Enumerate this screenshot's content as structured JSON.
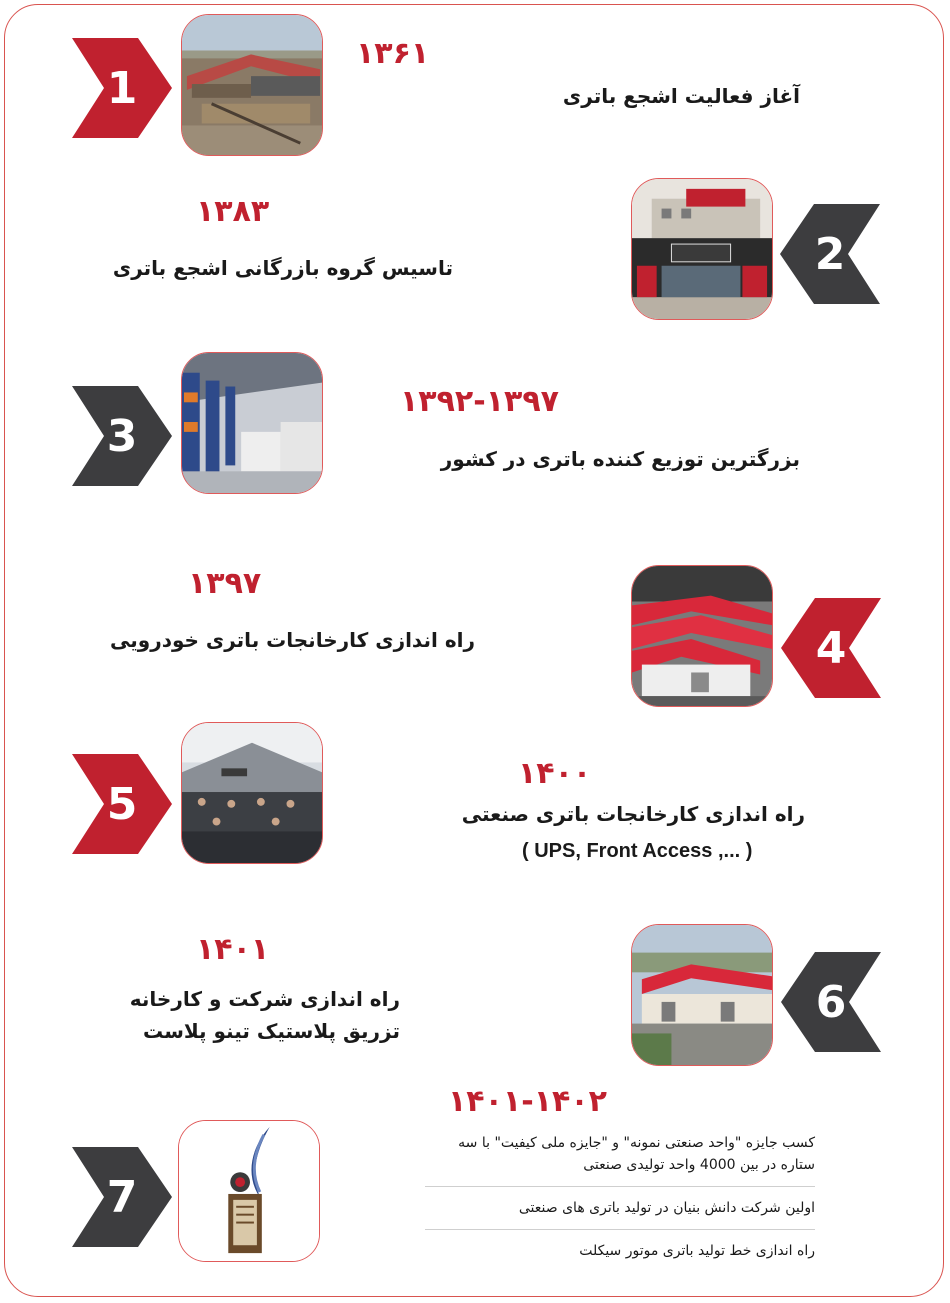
{
  "colors": {
    "red": "#c0212f",
    "dark": "#3d3d3f",
    "border": "#d9534f"
  },
  "milestones": [
    {
      "number": "1",
      "year": "۱۳۶۱",
      "title": "آغاز فعالیت اشجع باتری",
      "badge_color": "#c0212f",
      "image": "factory-aerial-image"
    },
    {
      "number": "2",
      "year": "۱۳۸۳",
      "title": "تاسیس گروه بازرگانی اشجع باتری",
      "badge_color": "#3d3d3f",
      "image": "storefront-image"
    },
    {
      "number": "3",
      "year": "۱۳۹۲-۱۳۹۷",
      "title": "بزرگترین توزیع کننده باتری در کشور",
      "badge_color": "#3d3d3f",
      "image": "warehouse-image"
    },
    {
      "number": "4",
      "year": "۱۳۹۷",
      "title": "راه اندازی کارخانجات باتری خودرویی",
      "badge_color": "#c0212f",
      "image": "factory-buildings-image"
    },
    {
      "number": "5",
      "year": "۱۴۰۰",
      "title": "راه اندازی کارخانجات باتری صنعتی",
      "subtitle": "( UPS, Front Access ,... )",
      "badge_color": "#c0212f",
      "image": "staff-group-image"
    },
    {
      "number": "6",
      "year": "۱۴۰۱",
      "title_line1": "راه اندازی شرکت و کارخانه",
      "title_line2": "تزریق پلاستیک تینو پلاست",
      "badge_color": "#3d3d3f",
      "image": "plastic-factory-image"
    },
    {
      "number": "7",
      "year": "۱۴۰۱-۱۴۰۲",
      "badge_color": "#3d3d3f",
      "image": "award-trophy-image",
      "achievements": [
        "کسب جایزه \"واحد صنعتی نمونه\" و \"جایزه ملی کیفیت\" با سه ستاره در بین 4000 واحد تولیدی صنعتی",
        "اولین شرکت دانش بنیان در تولید باتری های صنعتی",
        "راه اندازی خط تولید باتری موتور سیکلت"
      ]
    }
  ]
}
